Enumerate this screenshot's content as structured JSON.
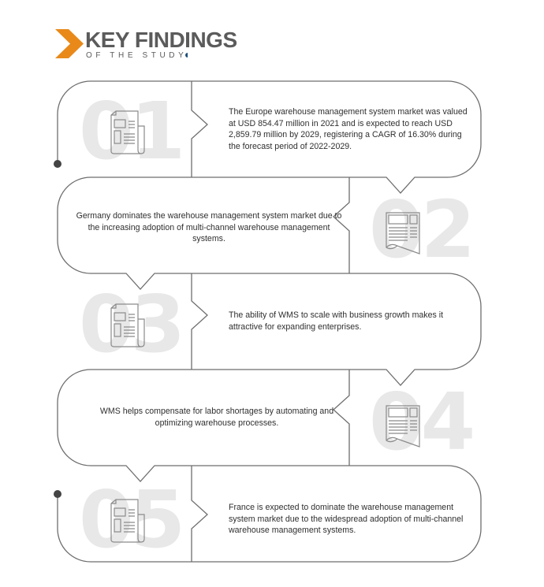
{
  "header": {
    "title": "KEY FINDINGS",
    "subtitle": "OF THE STUDY"
  },
  "colors": {
    "accent": "#e8891a",
    "title": "#5b5b5b",
    "outline": "#6e6e6e",
    "number": "#e8e8e8",
    "dot": "#1d4f7c"
  },
  "findings": [
    {
      "number": "01",
      "icon": "newspaper-icon",
      "text": "The Europe warehouse management system market was valued at USD 854.47 million in 2021 and is expected to reach USD 2,859.79 million by 2029, registering a CAGR of 16.30% during the forecast period of 2022-2029."
    },
    {
      "number": "02",
      "icon": "newspaper-icon",
      "text": "Germany dominates the warehouse management system market due to the increasing adoption of multi-channel warehouse management systems."
    },
    {
      "number": "03",
      "icon": "newspaper-icon",
      "text": "The ability of WMS to scale with business growth makes it attractive for expanding enterprises."
    },
    {
      "number": "04",
      "icon": "newspaper-icon",
      "text": "WMS helps compensate for labor shortages by automating and optimizing warehouse processes."
    },
    {
      "number": "05",
      "icon": "newspaper-icon",
      "text": "France is expected to dominate the warehouse management system market due to the widespread adoption of multi-channel warehouse management systems."
    }
  ]
}
